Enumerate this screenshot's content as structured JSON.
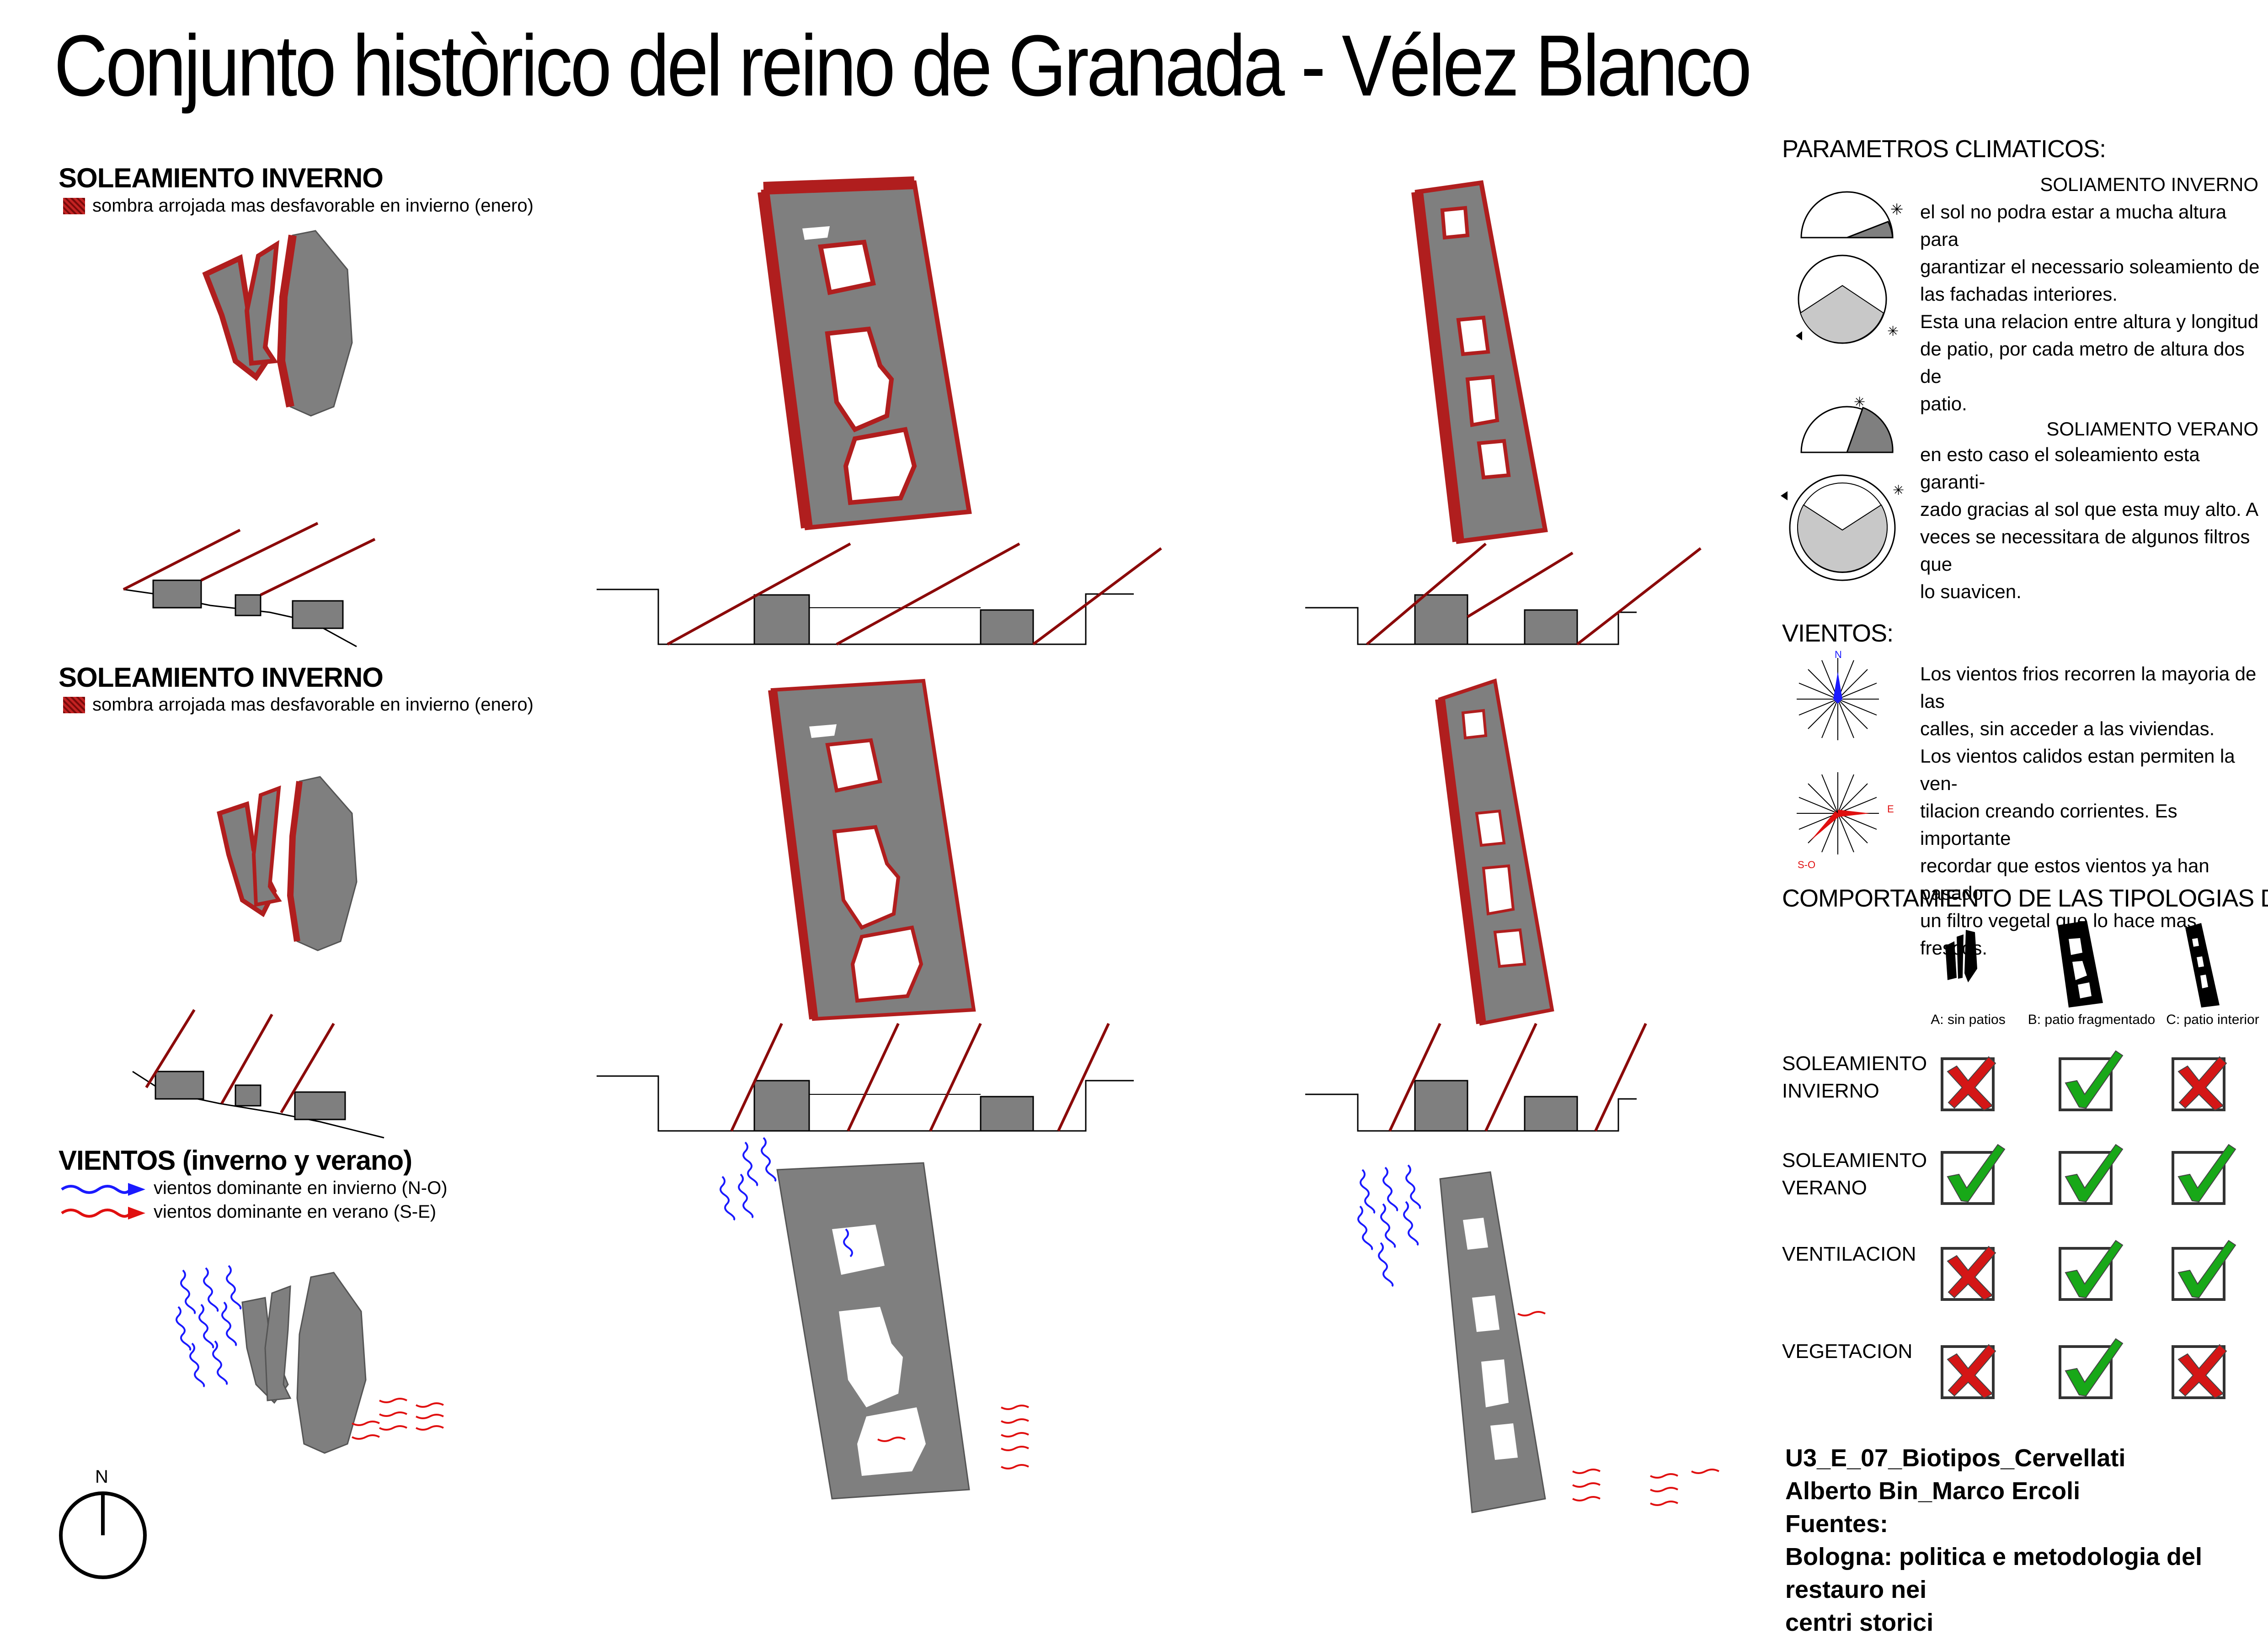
{
  "title": "Conjunto històrico del reino de Granada - Vélez Blanco",
  "sections": {
    "winter1": {
      "heading": "SOLEAMIENTO INVERNO",
      "legend": "sombra arrojada mas desfavorable en invierno (enero)"
    },
    "winter2": {
      "heading": "SOLEAMIENTO INVERNO",
      "legend": "sombra arrojada mas desfavorable en invierno (enero)"
    },
    "winds": {
      "heading": "VIENTOS (inverno y verano)",
      "legend_winter": "vientos dominante en invierno (N-O)",
      "legend_summer": "vientos dominante en verano (S-E)"
    }
  },
  "north_arrow": "N",
  "colors": {
    "block_fill": "#7f7f7f",
    "shadow": "#b01e1e",
    "winter_wind": "#1a1aff",
    "summer_wind": "#e01010",
    "check_ok": "#18a818",
    "check_bad": "#d41616"
  },
  "right_panel": {
    "climate": {
      "heading": "PARAMETROS CLIMATICOS:",
      "winter_title": "SOLIAMENTO INVERNO",
      "winter_text": "el sol no podra estar a mucha altura para\ngarantizar el necessario soleamiento de\nlas fachadas interiores.\nEsta una relacion entre altura y longitud\nde patio, por cada metro de altura dos de\npatio.",
      "summer_title": "SOLIAMENTO VERANO",
      "summer_text": "en esto caso el soleamiento esta garanti-\nzado gracias al sol que esta muy alto. A\nveces se necessitara de algunos filtros que\nlo suavicen."
    },
    "winds": {
      "heading": "VIENTOS:",
      "text": "Los vientos frios recorren la mayoria de las\ncalles, sin acceder a las viviendas.\nLos vientos calidos estan permiten la ven-\ntilacion creando corrientes. Es importante\nrecordar que estos vientos ya han pasado\nun filtro vegetal que lo hace mas frescos.",
      "rose1_label": "N",
      "rose2_label_e": "E",
      "rose2_label_so": "S-O"
    },
    "patios": {
      "heading": "COMPORTAMIENTO DE LAS TIPOLOGIAS DE PATIO",
      "columns": [
        "A: sin patios",
        "B: patio fragmentado",
        "C: patio interior"
      ],
      "rows": [
        {
          "label": "SOLEAMIENTO\nINVIERNO",
          "values": [
            false,
            true,
            false
          ]
        },
        {
          "label": "SOLEAMIENTO\nVERANO",
          "values": [
            true,
            true,
            true
          ]
        },
        {
          "label": "VENTILACION",
          "values": [
            false,
            true,
            true
          ]
        },
        {
          "label": "VEGETACION",
          "values": [
            false,
            true,
            false
          ]
        }
      ]
    },
    "credits": "U3_E_07_Biotipos_Cervellati\nAlberto Bin_Marco Ercoli\nFuentes:\nBologna: politica e metodologia del restauro nei\ncentri storici"
  }
}
